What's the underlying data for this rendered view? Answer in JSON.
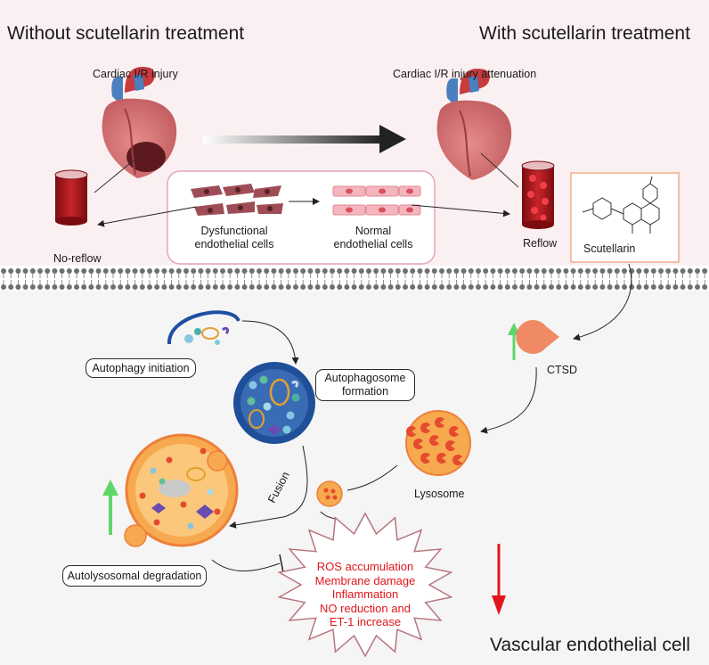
{
  "headers": {
    "left": "Without scutellarin treatment",
    "right": "With scutellarin treatment"
  },
  "top": {
    "injury": "Cardiac I/R injury",
    "attenuation": "Cardiac I/R injury attenuation",
    "no_reflow": "No-reflow",
    "reflow": "Reflow",
    "dysfunctional": [
      "Dysfunctional",
      "endothelial cells"
    ],
    "normal": [
      "Normal",
      "endothelial cells"
    ],
    "scutellarin": "Scutellarin"
  },
  "bottom": {
    "autophagy_initiation": "Autophagy initiation",
    "autophagosome": [
      "Autophagosome",
      "formation"
    ],
    "ctsd": "CTSD",
    "lysosome": "Lysosome",
    "fusion": "Fusion",
    "autolysosomal": "Autolysosomal degradation",
    "effects": [
      "ROS accumulation",
      "Membrane damage",
      "Inflammation",
      "NO reduction and",
      "ET-1 increase"
    ],
    "cell_label": "Vascular endothelial cell"
  },
  "colors": {
    "top_bg": "#fbf0f1",
    "bottom_bg": "#f4f4f4",
    "up_arrow": "#5fd66a",
    "down_arrow": "#e1161b",
    "effect_text": "#e1161b",
    "pink_frame": "#e7a3b6",
    "orange_frame": "#f0a07c"
  }
}
